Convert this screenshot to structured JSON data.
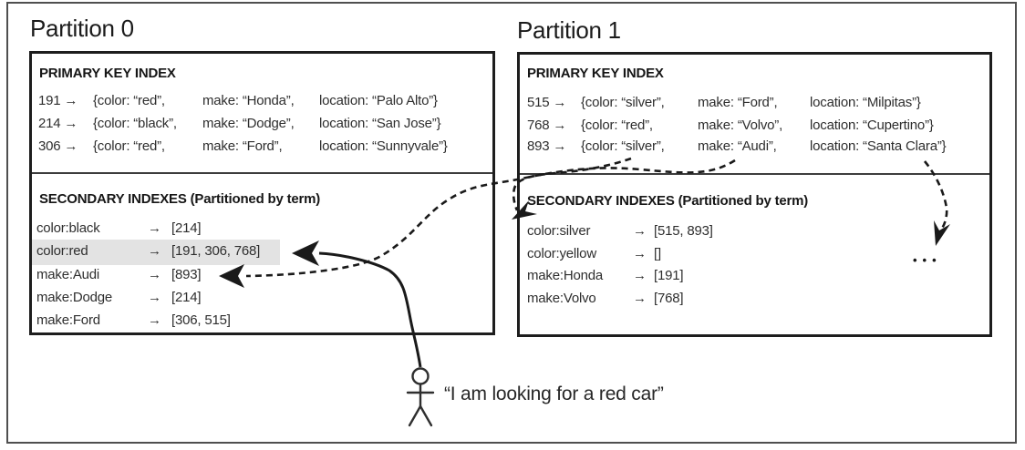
{
  "partitions": [
    {
      "title": "Partition 0",
      "primary": {
        "heading": "PRIMARY KEY INDEX",
        "rows": [
          {
            "key": "191 →",
            "color": "{color: “red”,",
            "make": "make: “Honda”,",
            "location": "location: “Palo Alto”}"
          },
          {
            "key": "214 →",
            "color": "{color: “black”,",
            "make": "make: “Dodge”,",
            "location": "location: “San Jose”}"
          },
          {
            "key": "306 →",
            "color": "{color: “red”,",
            "make": "make: “Ford”,",
            "location": "location: “Sunnyvale”}"
          }
        ]
      },
      "secondary": {
        "heading": "SECONDARY INDEXES (Partitioned by term)",
        "highlighted_term": "color:red",
        "rows": [
          {
            "term": "color:black",
            "arrow": "→",
            "value": "[214]"
          },
          {
            "term": "color:red",
            "arrow": "→",
            "value": "[191, 306, 768]"
          },
          {
            "term": "make:Audi",
            "arrow": "→",
            "value": "[893]"
          },
          {
            "term": "make:Dodge",
            "arrow": "→",
            "value": "[214]"
          },
          {
            "term": "make:Ford",
            "arrow": "→",
            "value": "[306, 515]"
          }
        ]
      }
    },
    {
      "title": "Partition 1",
      "primary": {
        "heading": "PRIMARY KEY INDEX",
        "rows": [
          {
            "key": "515 →",
            "color": "{color: “silver”,",
            "make": "make: “Ford”,",
            "location": "location: “Milpitas”}"
          },
          {
            "key": "768 →",
            "color": "{color: “red”,",
            "make": "make: “Volvo”,",
            "location": "location: “Cupertino”}"
          },
          {
            "key": "893 →",
            "color": "{color: “silver”,",
            "make": "make: “Audi”,",
            "location": "location: “Santa Clara”}"
          }
        ]
      },
      "secondary": {
        "heading": "SECONDARY INDEXES (Partitioned by term)",
        "rows": [
          {
            "term": "color:silver",
            "arrow": "→",
            "value": "[515, 893]"
          },
          {
            "term": "color:yellow",
            "arrow": "→",
            "value": "[]"
          },
          {
            "term": "make:Honda",
            "arrow": "→",
            "value": "[191]"
          },
          {
            "term": "make:Volvo",
            "arrow": "→",
            "value": "[768]"
          }
        ]
      }
    }
  ],
  "user_query": {
    "quote": "“I am looking for a red car”"
  },
  "other_partitions_ellipsis": "•••",
  "colors": {
    "ink": "#1d1d1d",
    "row_highlight": "#e3e3e3"
  }
}
